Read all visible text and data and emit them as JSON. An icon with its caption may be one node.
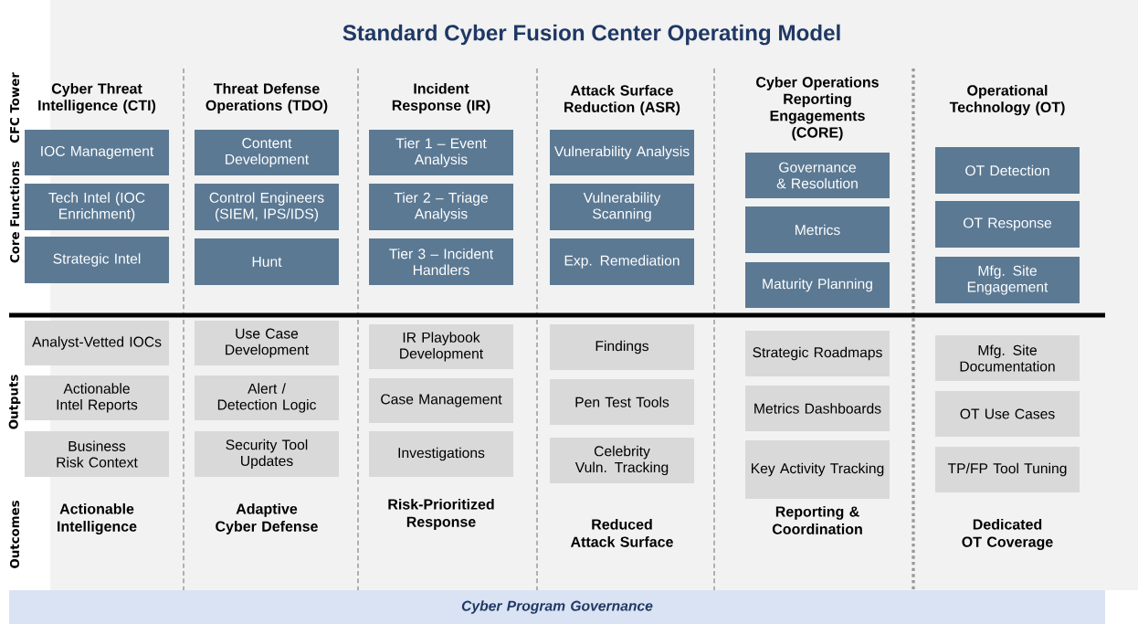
{
  "diagram": {
    "title": "Standard Cyber Fusion Center Operating Model",
    "nodes": [
      {
        "text": [
          "IOC Management"
        ]
      },
      {
        "text": [
          "Tech Intel (IOC Enrichment)"
        ]
      },
      {
        "text": [
          "Strategic Intel"
        ]
      },
      {
        "text": [
          "Content Development"
        ]
      },
      {
        "text": [
          "Control Engineers (SIEM, IPS/IDS)"
        ]
      },
      {
        "text": [
          "Hunt"
        ]
      },
      {
        "text": [
          "Tier 1 – Event Analysis"
        ]
      },
      {
        "text": [
          "Tier 2 – Triage Analysis"
        ]
      },
      {
        "text": [
          "Tier 3 – Incident Handlers"
        ]
      },
      {
        "text": [
          "Vulnerability Analysis"
        ]
      },
      {
        "text": [
          "Vulnerability Scanning"
        ]
      },
      {
        "text": [
          "Exp. Remediation"
        ]
      },
      {
        "text": [
          "Governance & Resolution"
        ]
      },
      {
        "text": [
          "Metrics"
        ]
      },
      {
        "text": [
          "Maturity Planning"
        ]
      },
      {
        "text": [
          "OT Detection"
        ]
      },
      {
        "text": [
          "OT Response"
        ]
      },
      {
        "text": [
          "Mfg. Site Engagement"
        ]
      },
      {
        "text": [
          "Analyst-Vetted IOCs"
        ]
      },
      {
        "text": [
          "Actionable Intel Reports"
        ]
      },
      {
        "text": [
          "Business Risk Context"
        ]
      },
      {
        "text": [
          "Use Case Development"
        ]
      },
      {
        "text": [
          "Alert / Detection Logic"
        ]
      },
      {
        "text": [
          "Security Tool Updates"
        ]
      },
      {
        "text": [
          "IR Playbook Development"
        ]
      },
      {
        "text": [
          "Case Management"
        ]
      },
      {
        "text": [
          "Investigations"
        ]
      },
      {
        "text": [
          "Findings"
        ]
      },
      {
        "text": [
          "Pen Test Tools"
        ]
      },
      {
        "text": [
          "Celebrity Vuln. Tracking"
        ]
      },
      {
        "text": [
          "Strategic Roadmaps"
        ]
      },
      {
        "text": [
          "Metrics Dashboards"
        ]
      },
      {
        "text": [
          "Key Activity Tracking"
        ]
      },
      {
        "text": [
          "Mfg. Site Documentation"
        ]
      },
      {
        "text": [
          "OT Use Cases"
        ]
      },
      {
        "text": [
          "TP/FP Tool Tuning"
        ]
      },
      {
        "text": [
          "Cyber Program Governance"
        ]
      }
    ],
    "labels": [
      "CFC Tower",
      "Core Functions",
      "Outputs",
      "Outcomes",
      "Cyber Threat Intelligence (CTI)",
      "Threat Defense Operations (TDO)",
      "Incident Response (IR)",
      "Attack Surface Reduction (ASR)",
      "Cyber Operations Reporting Engagements (CORE)",
      "Operational Technology (OT)",
      "Actionable Intelligence",
      "Adaptive Cyber Defense",
      "Risk-Prioritized Response",
      "Reduced Attack Surface",
      "Reporting & Coordination",
      "Dedicated OT Coverage"
    ]
  }
}
